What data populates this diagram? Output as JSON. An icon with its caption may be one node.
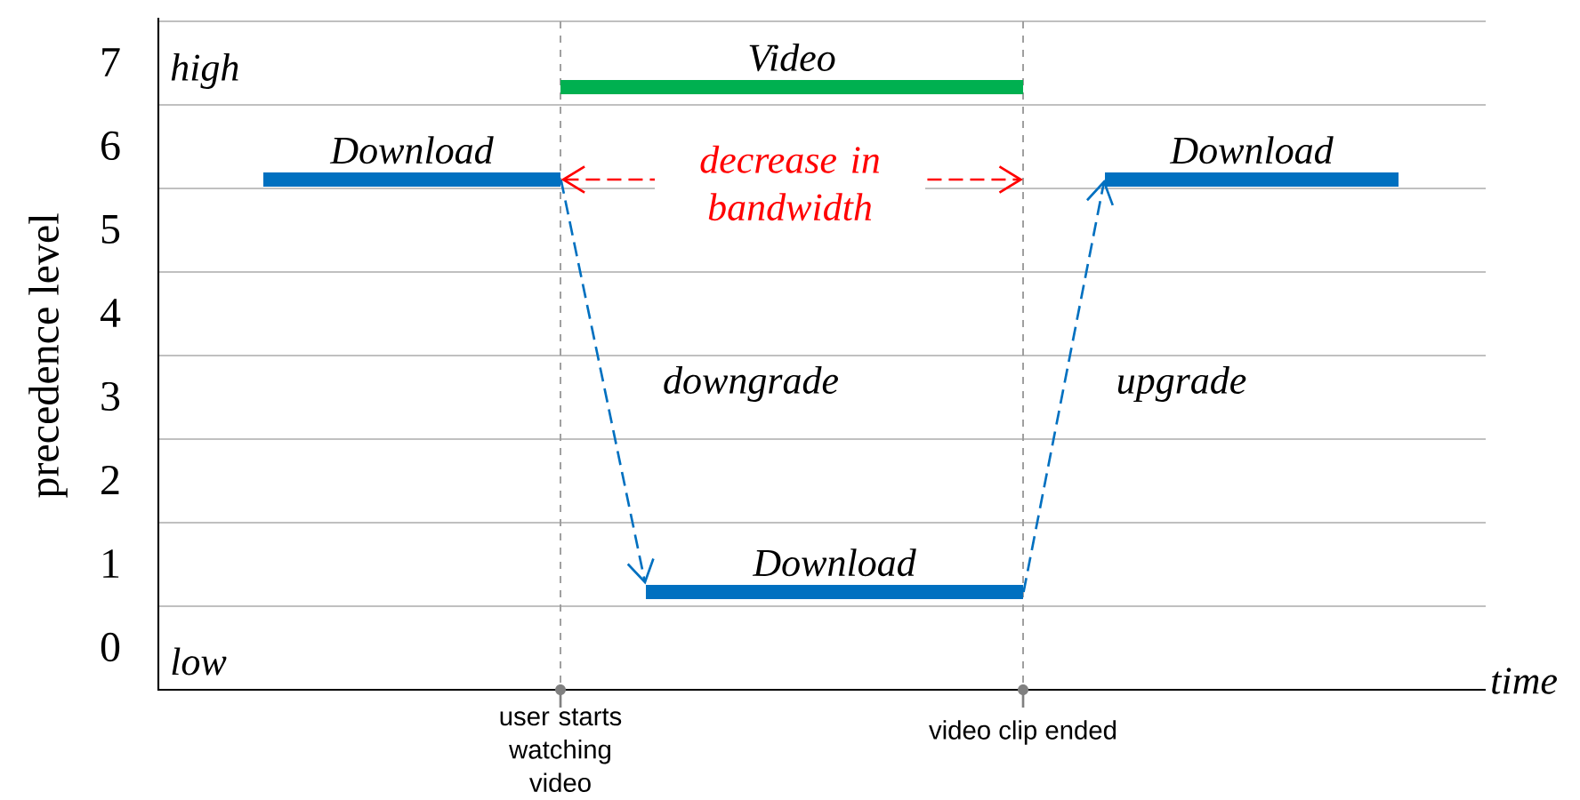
{
  "diagram": {
    "nodes": [
      {
        "text": [
          "Download"
        ]
      },
      {
        "text": [
          "Video"
        ]
      },
      {
        "text": [
          "Download"
        ]
      },
      {
        "text": [
          "Download"
        ]
      }
    ],
    "edges": [
      {
        "from": 0,
        "to": 2,
        "arrow": "to",
        "label": "downgrade",
        "style": "dashed"
      },
      {
        "from": 2,
        "to": 3,
        "arrow": "to",
        "label": "upgrade",
        "style": "dashed"
      },
      {
        "from": 0,
        "to": null,
        "arrow": "both",
        "label": "decrease in bandwidth",
        "style": "dashed",
        "color": "#ff0000"
      }
    ],
    "labels": [
      "7",
      "high",
      "6",
      "5",
      "4",
      "3",
      "2",
      "1",
      "0",
      "low",
      "precedence level",
      "time",
      "user starts watching video",
      "video clip ended"
    ]
  }
}
